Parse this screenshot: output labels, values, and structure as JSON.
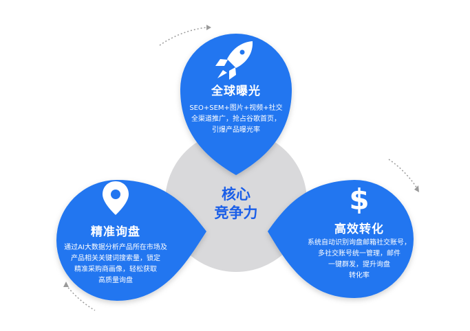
{
  "center": {
    "line1": "核心",
    "line2": "竞争力"
  },
  "top": {
    "title": "全球曝光",
    "lines": [
      "SEO+SEM+图片+视频+社交",
      "全渠道推广，抢占谷歌首页，",
      "引爆产品曝光率"
    ]
  },
  "left": {
    "title": "精准询盘",
    "lines": [
      "通过AI大数据分析产品所在市场及",
      "产品相关关键词搜索量，锁定",
      "精准采购商画像，轻松获取",
      "高质量询盘"
    ]
  },
  "right": {
    "title": "高效转化",
    "lines": [
      "系统自动识别询盘邮箱社交账号，",
      "多社交账号统一管理，邮件",
      "一键群发，提升询盘",
      "转化率"
    ]
  },
  "colors": {
    "blue": "#2176f0",
    "gray": "#d9d9db",
    "core_text": "#1a5ee8"
  },
  "icons": {
    "top": "rocket-icon",
    "left": "location-pin-icon",
    "right": "dollar-icon"
  }
}
